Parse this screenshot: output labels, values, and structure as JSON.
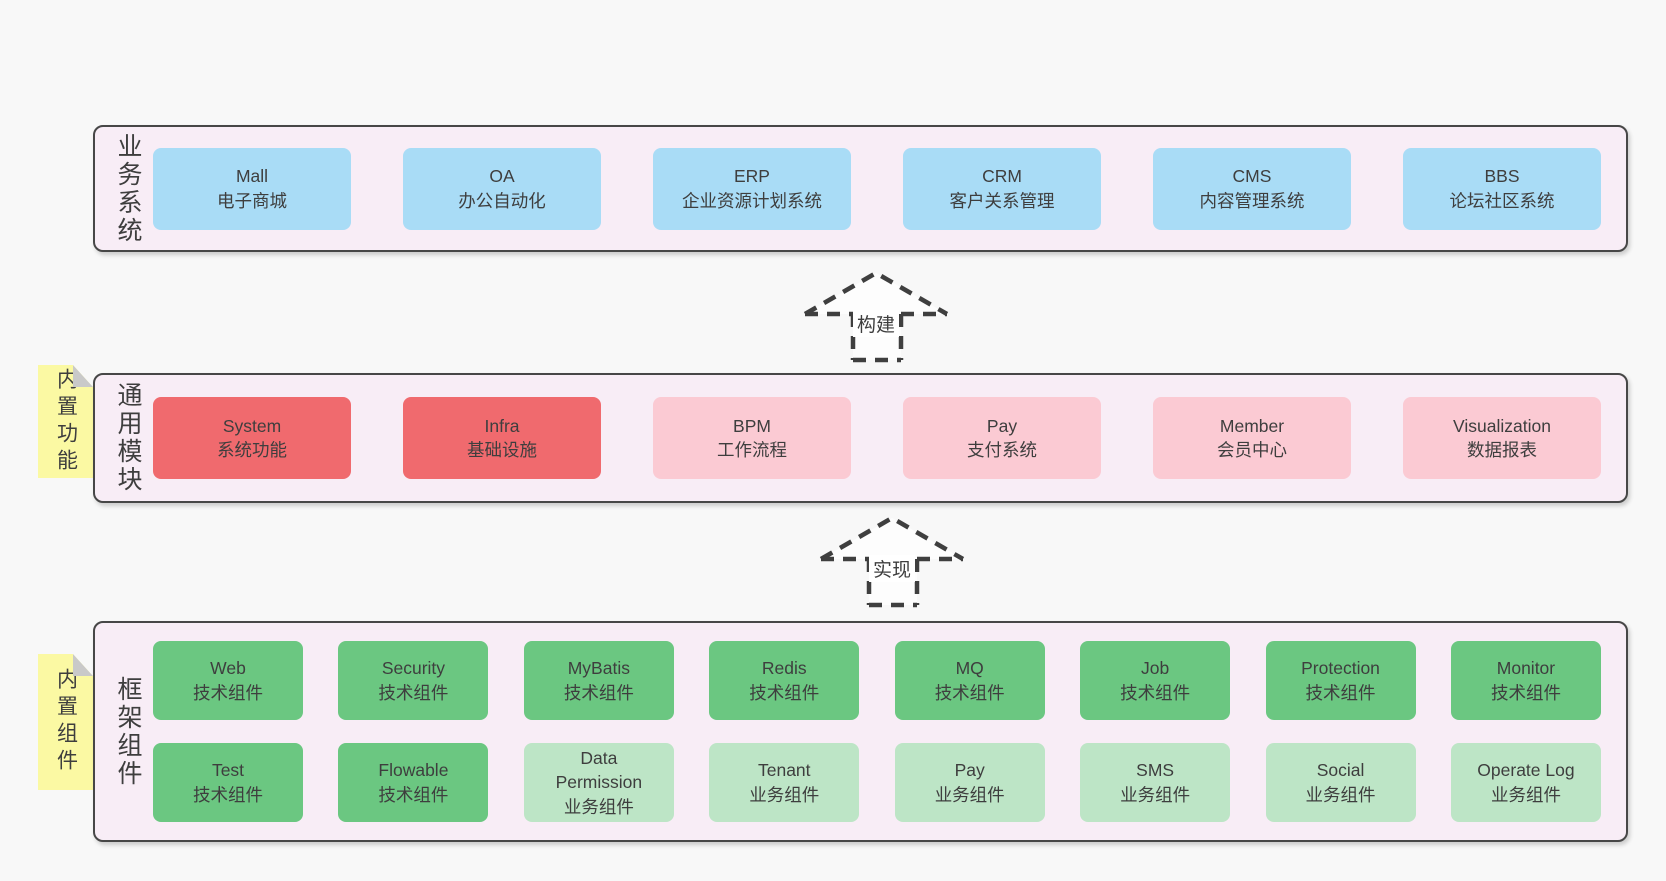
{
  "colors": {
    "page_bg": "#f8f8f8",
    "panel_bg": "#f8edf6",
    "panel_border": "#474747",
    "blue": "#a9dcf6",
    "red": "#f06a6e",
    "pink": "#fbcad3",
    "green": "#6bc781",
    "light_green": "#bde5c6",
    "sticky_yellow": "#fbf9a3",
    "sticky_fold": "#c9c9c9",
    "text": "#3e3e3e",
    "arrow": "#3f3f3f"
  },
  "sections": [
    {
      "id": "business-systems",
      "side_label": "业务系统",
      "sticky": null,
      "rows": [
        [
          {
            "name": "Mall",
            "desc": "电子商城",
            "variant": "blue"
          },
          {
            "name": "OA",
            "desc": "办公自动化",
            "variant": "blue"
          },
          {
            "name": "ERP",
            "desc": "企业资源计划系统",
            "variant": "blue"
          },
          {
            "name": "CRM",
            "desc": "客户关系管理",
            "variant": "blue"
          },
          {
            "name": "CMS",
            "desc": "内容管理系统",
            "variant": "blue"
          },
          {
            "name": "BBS",
            "desc": "论坛社区系统",
            "variant": "blue"
          }
        ]
      ]
    },
    {
      "id": "common-modules",
      "side_label": "通用模块",
      "sticky": "内置功能",
      "rows": [
        [
          {
            "name": "System",
            "desc": "系统功能",
            "variant": "red"
          },
          {
            "name": "Infra",
            "desc": "基础设施",
            "variant": "red"
          },
          {
            "name": "BPM",
            "desc": "工作流程",
            "variant": "pink"
          },
          {
            "name": "Pay",
            "desc": "支付系统",
            "variant": "pink"
          },
          {
            "name": "Member",
            "desc": "会员中心",
            "variant": "pink"
          },
          {
            "name": "Visualization",
            "desc": "数据报表",
            "variant": "pink"
          }
        ]
      ]
    },
    {
      "id": "framework-components",
      "side_label": "框架组件",
      "sticky": "内置组件",
      "rows": [
        [
          {
            "name": "Web",
            "desc": "技术组件",
            "variant": "green"
          },
          {
            "name": "Security",
            "desc": "技术组件",
            "variant": "green"
          },
          {
            "name": "MyBatis",
            "desc": "技术组件",
            "variant": "green"
          },
          {
            "name": "Redis",
            "desc": "技术组件",
            "variant": "green"
          },
          {
            "name": "MQ",
            "desc": "技术组件",
            "variant": "green"
          },
          {
            "name": "Job",
            "desc": "技术组件",
            "variant": "green"
          },
          {
            "name": "Protection",
            "desc": "技术组件",
            "variant": "green"
          },
          {
            "name": "Monitor",
            "desc": "技术组件",
            "variant": "green"
          }
        ],
        [
          {
            "name": "Test",
            "desc": "技术组件",
            "variant": "green"
          },
          {
            "name": "Flowable",
            "desc": "技术组件",
            "variant": "green"
          },
          {
            "name": "Data Permission",
            "desc": "业务组件",
            "variant": "light_green"
          },
          {
            "name": "Tenant",
            "desc": "业务组件",
            "variant": "light_green"
          },
          {
            "name": "Pay",
            "desc": "业务组件",
            "variant": "light_green"
          },
          {
            "name": "SMS",
            "desc": "业务组件",
            "variant": "light_green"
          },
          {
            "name": "Social",
            "desc": "业务组件",
            "variant": "light_green"
          },
          {
            "name": "Operate Log",
            "desc": "业务组件",
            "variant": "light_green"
          }
        ]
      ]
    }
  ],
  "arrows": [
    {
      "label": "构建"
    },
    {
      "label": "实现"
    }
  ]
}
